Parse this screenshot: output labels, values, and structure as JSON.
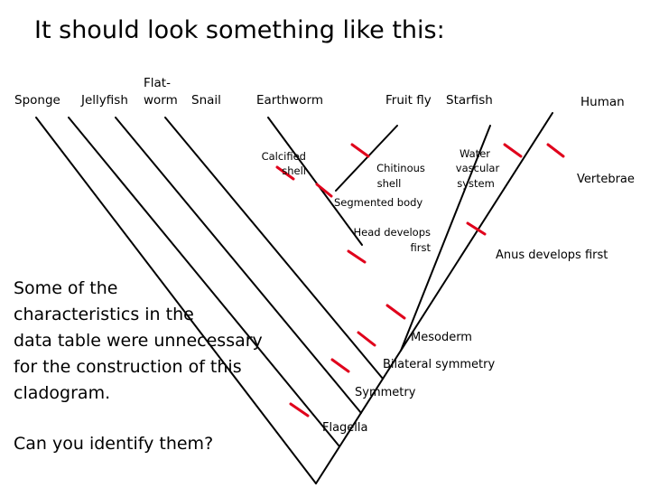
{
  "title": "It should look something like this:",
  "taxa": {
    "sponge": "Sponge",
    "jellyfish": "Jellyfish",
    "flatworm_line1": "Flat-",
    "flatworm_line2": "worm",
    "snail": "Snail",
    "earthworm": "Earthworm",
    "fruit_fly": "Fruit fly",
    "starfish": "Starfish",
    "human": "Human"
  },
  "characteristics": {
    "calcified_shell_line1": "Calcified",
    "calcified_shell_line2": "shell",
    "chitinous_shell_line1": "Chitinous",
    "chitinous_shell_line2": "shell",
    "segmented_body": "Segmented body",
    "water_vascular_line1": "Water",
    "water_vascular_line2": "vascular",
    "water_vascular_line3": "system",
    "vertebrae": "Vertebrae",
    "head_develops_line1": "Head develops",
    "head_develops_line2": "first",
    "anus_develops_first": "Anus develops first",
    "mesoderm": "Mesoderm",
    "bilateral_symmetry": "Bilateral symmetry",
    "symmetry": "Symmetry",
    "flagella": "Flagella"
  },
  "note": {
    "line1": "Some of the",
    "line2": "characteristics in the",
    "line3": "data table were unnecessary",
    "line4": "for the construction of this",
    "line5": "cladogram."
  },
  "question": "Can you identify them?",
  "colors": {
    "branch": "#000000",
    "trait_marker": "#e0001b"
  }
}
